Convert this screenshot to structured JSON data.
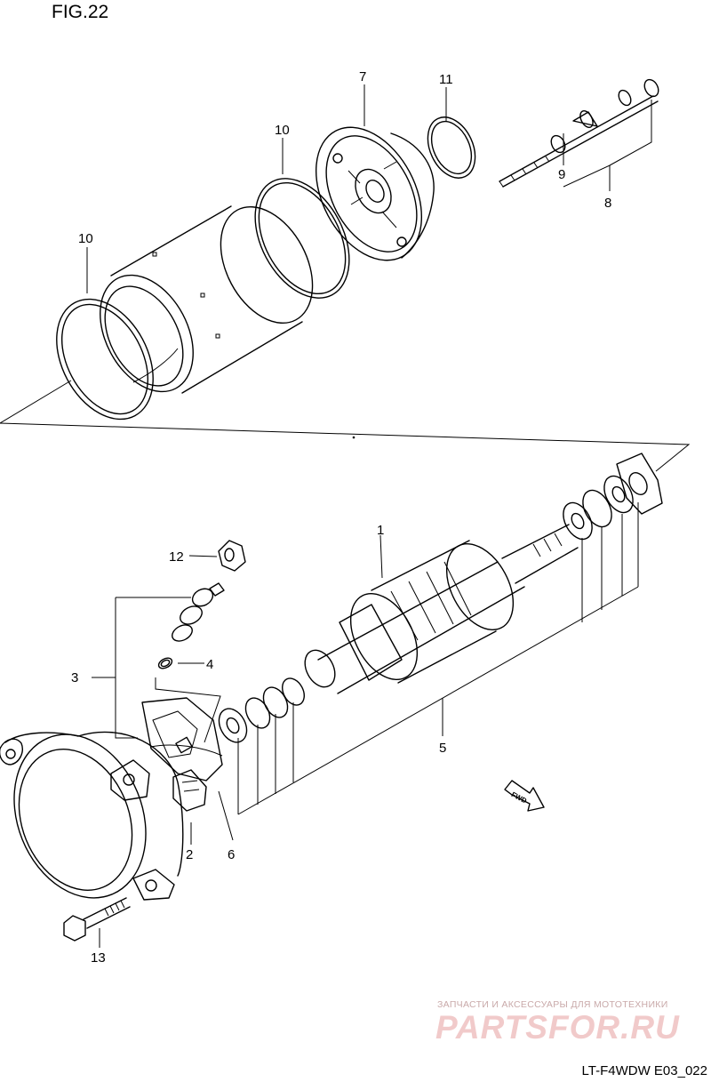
{
  "figure": {
    "title": "FIG.22",
    "code": "LT-F4WDW E03_022"
  },
  "watermark": {
    "tagline": "ЗАПЧАСТИ И АКСЕССУАРЫ ДЛЯ МОТОТЕХНИКИ",
    "logo": "PARTSFOR.RU"
  },
  "badge": {
    "text": "FWD"
  },
  "callouts": {
    "c1": "1",
    "c2": "2",
    "c3": "3",
    "c4": "4",
    "c5": "5",
    "c6": "6",
    "c7": "7",
    "c8": "8",
    "c9": "9",
    "c10a": "10",
    "c10b": "10",
    "c11": "11",
    "c12": "12",
    "c13": "13"
  }
}
